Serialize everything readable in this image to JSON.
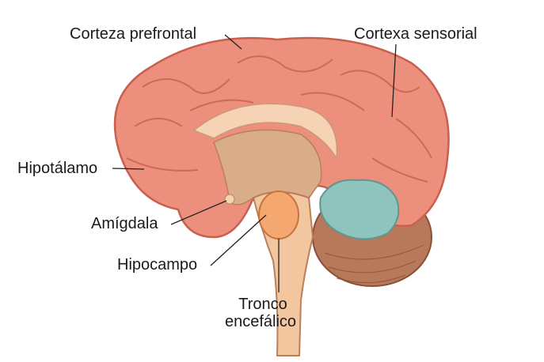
{
  "labels": {
    "prefrontal": "Corteza prefrontal",
    "sensorial": "Cortexa sensorial",
    "hipotalamo": "Hipotálamo",
    "amigdala": "Amígdala",
    "hipocampo": "Hipocampo",
    "tronco_line1": "Tronco",
    "tronco_line2": "encefálico"
  },
  "colors": {
    "cortex": "#ec8f7c",
    "cortex_dark": "#c8604f",
    "cerebellum_white": "#8fc3bd",
    "cerebellum": "#b8795a",
    "brainstem": "#f2c7a0",
    "inner": "#d9ad8a",
    "hippocampus": "#f4a870"
  }
}
